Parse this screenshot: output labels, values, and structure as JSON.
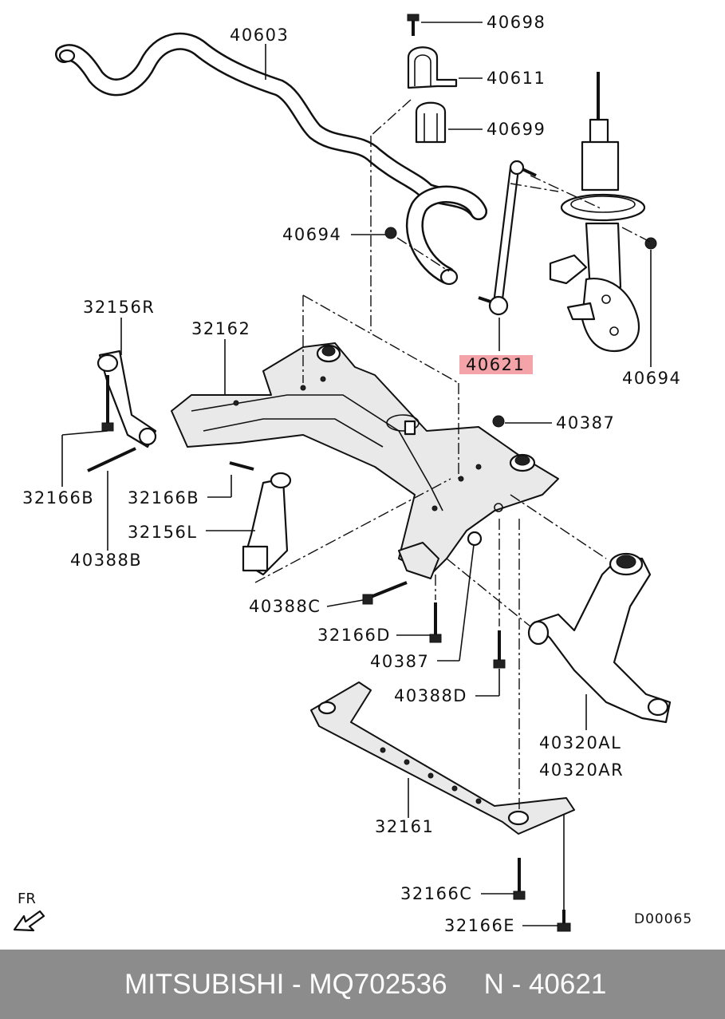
{
  "diagram": {
    "labels": {
      "l40698": "40698",
      "l40603": "40603",
      "l40611": "40611",
      "l40699": "40699",
      "l40694a": "40694",
      "l32156R": "32156R",
      "l32162": "32162",
      "l40621": "40621",
      "l40694b": "40694",
      "l40387a": "40387",
      "l32166Ba": "32166B",
      "l32166Bb": "32166B",
      "l32156L": "32156L",
      "l40388B": "40388B",
      "l40388C": "40388C",
      "l32166D": "32166D",
      "l40387b": "40387",
      "l40388D": "40388D",
      "l40320AL": "40320AL",
      "l40320AR": "40320AR",
      "l32161": "32161",
      "l32166C": "32166C",
      "l32166E": "32166E"
    },
    "highlighted_part": "40621",
    "highlight_color": "#f4a3a8",
    "diagram_code": "D00065",
    "direction_label": "FR"
  },
  "footer": {
    "brand_text": "MITSUBISHI - MQ702536",
    "part_ref": "N - 40621",
    "background": "#8c8c8c"
  }
}
